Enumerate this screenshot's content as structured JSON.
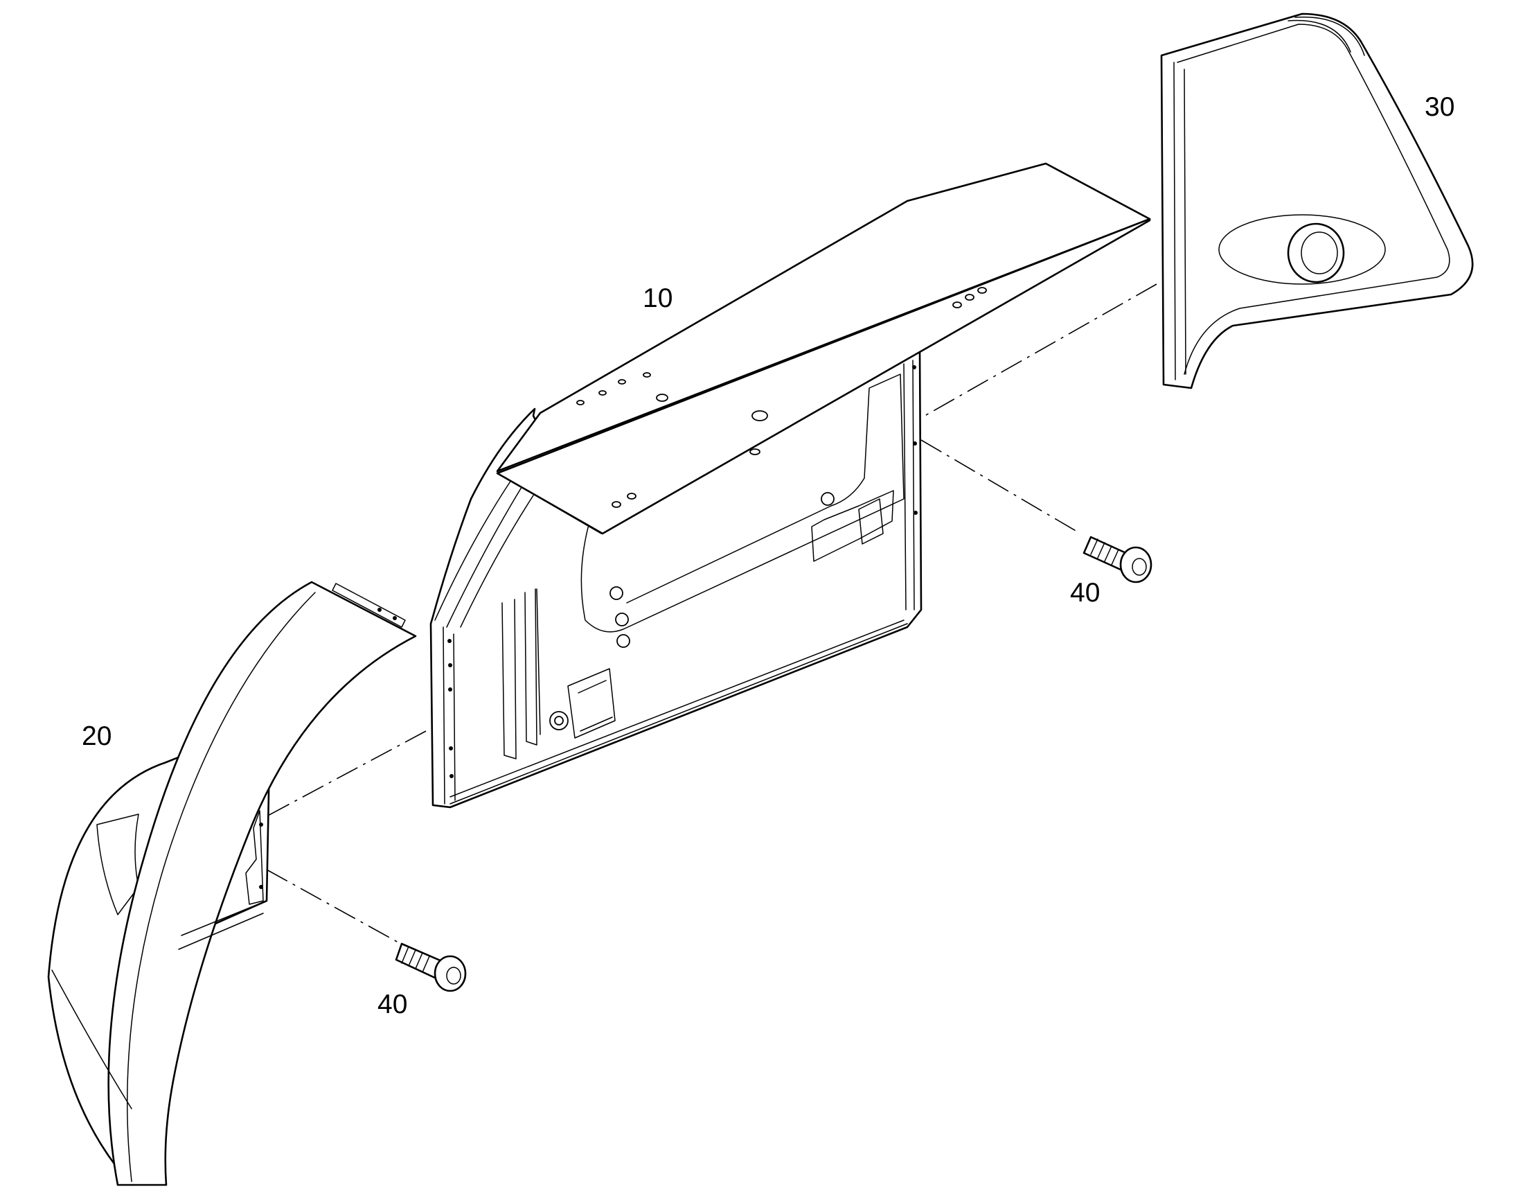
{
  "diagram": {
    "type": "exploded-parts-view",
    "callouts": [
      {
        "id": "part-10",
        "label": "10"
      },
      {
        "id": "part-20",
        "label": "20"
      },
      {
        "id": "part-30",
        "label": "30"
      },
      {
        "id": "part-40-right",
        "label": "40"
      },
      {
        "id": "part-40-left",
        "label": "40"
      }
    ]
  }
}
